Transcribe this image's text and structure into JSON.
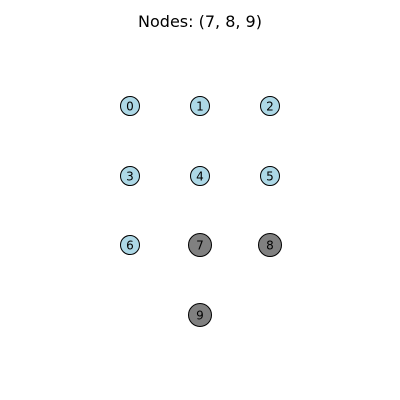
{
  "title": "Nodes: (7, 8, 9)",
  "colors": {
    "default_node": "#add8e6",
    "highlighted_node": "#808080",
    "node_stroke": "#000000"
  },
  "nodes": [
    {
      "id": "0",
      "highlighted": false
    },
    {
      "id": "1",
      "highlighted": false
    },
    {
      "id": "2",
      "highlighted": false
    },
    {
      "id": "3",
      "highlighted": false
    },
    {
      "id": "4",
      "highlighted": false
    },
    {
      "id": "5",
      "highlighted": false
    },
    {
      "id": "6",
      "highlighted": false
    },
    {
      "id": "7",
      "highlighted": true
    },
    {
      "id": "8",
      "highlighted": true
    },
    {
      "id": "9",
      "highlighted": true
    }
  ]
}
